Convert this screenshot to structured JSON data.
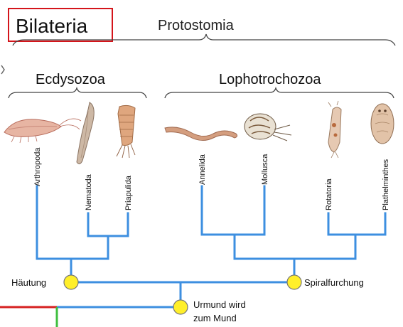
{
  "title_box": {
    "label": "Bilateria",
    "border_color": "#d4151b"
  },
  "groups": {
    "protostomia": "Protostomia",
    "ecdysozoa": "Ecdysozoa",
    "lophotrochozoa": "Lophotrochozoa"
  },
  "taxa": {
    "arthropoda": "Arthropoda",
    "nematoda": "Nematoda",
    "priapulida": "Priapulida",
    "annelida": "Annelida",
    "mollusca": "Mollusca",
    "rotatoria": "Rotatoria",
    "plathelminthes": "Plathelminthes"
  },
  "nodes": {
    "hautung": "Häutung",
    "spiralfurchung": "Spiralfurchung",
    "urmund_line1": "Urmund wird",
    "urmund_line2": "zum Mund"
  },
  "colors": {
    "tree": "#3d8fe0",
    "node_fill": "#ffef2a",
    "node_stroke": "#777777",
    "bracket": "#444444",
    "red_line": "#d62020",
    "green_line": "#3fbf3f"
  }
}
